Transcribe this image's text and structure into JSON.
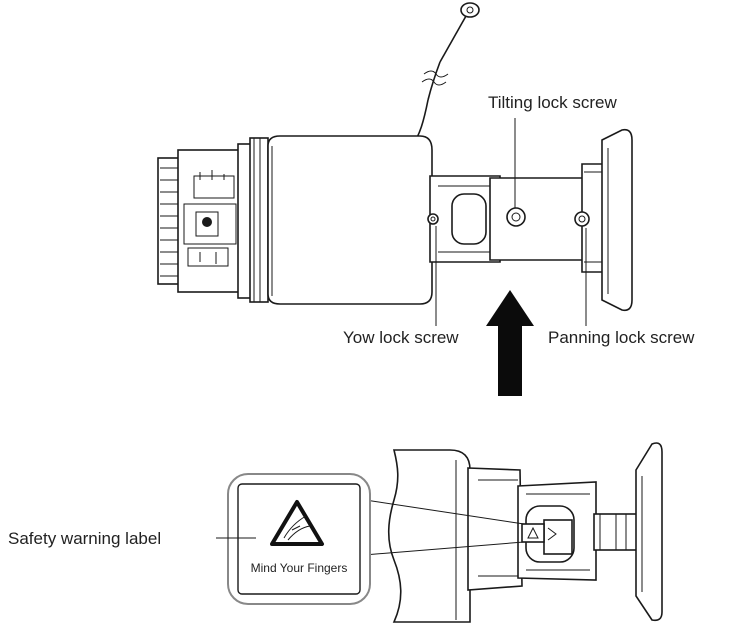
{
  "labels": {
    "tilting": "Tilting lock screw",
    "yow": "Yow lock screw",
    "panning": "Panning lock screw",
    "safety": "Safety warning label"
  },
  "warning_label": {
    "caption": "Mind Your Fingers"
  },
  "icons": [
    "arrow-up-icon",
    "finger-warning-icon",
    "screw-icon"
  ]
}
